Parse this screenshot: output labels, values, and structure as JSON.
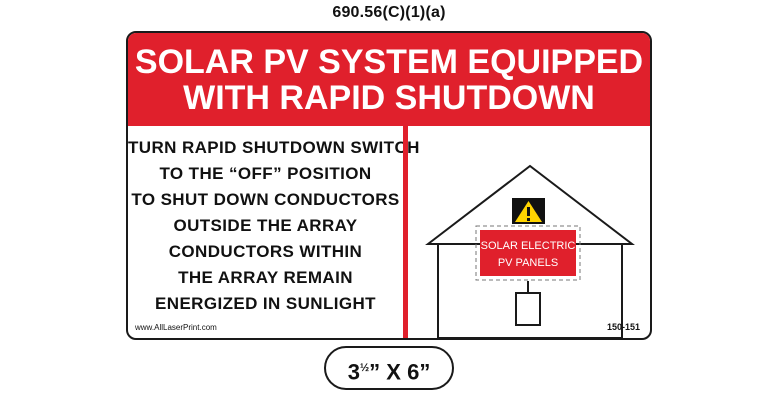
{
  "code_reference": "690.56(C)(1)(a)",
  "header": {
    "line1": "SOLAR PV SYSTEM EQUIPPED",
    "line2": "WITH RAPID SHUTDOWN"
  },
  "instructions": [
    "TURN RAPID SHUTDOWN SWITCH",
    "TO THE “OFF” POSITION",
    "TO SHUT DOWN CONDUCTORS",
    "OUTSIDE THE ARRAY",
    "CONDUCTORS WITHIN",
    "THE ARRAY REMAIN",
    "ENERGIZED IN SUNLIGHT"
  ],
  "website": "www.AllLaserPrint.com",
  "part_number": "150-151",
  "house_diagram": {
    "panel_line1": "SOLAR ELECTRIC",
    "panel_line2": "PV PANELS",
    "warning_icon": "warning-triangle-icon"
  },
  "size_badge": {
    "height_whole": "3",
    "height_fraction": "½",
    "height_unit": "”",
    "separator": "X",
    "width": "6",
    "width_unit": "”"
  },
  "colors": {
    "red": "#e0202c",
    "yellow": "#ffd400",
    "black": "#1a1a1a"
  }
}
